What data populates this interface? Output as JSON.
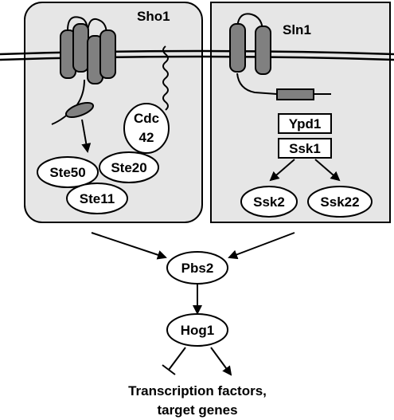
{
  "panels": {
    "left": {
      "label": "Sho1"
    },
    "right": {
      "label": "Sln1"
    }
  },
  "nodes": {
    "cdc42_line1": "Cdc",
    "cdc42_line2": "42",
    "ste50": "Ste50",
    "ste20": "Ste20",
    "ste11": "Ste11",
    "ypd1": "Ypd1",
    "ssk1": "Ssk1",
    "ssk2": "Ssk2",
    "ssk22": "Ssk22",
    "pbs2": "Pbs2",
    "hog1": "Hog1"
  },
  "output": {
    "line1": "Transcription factors,",
    "line2": "target genes"
  },
  "colors": {
    "panel_fill": "#e6e6e6",
    "protein_fill": "#808080",
    "stroke": "#000000"
  }
}
